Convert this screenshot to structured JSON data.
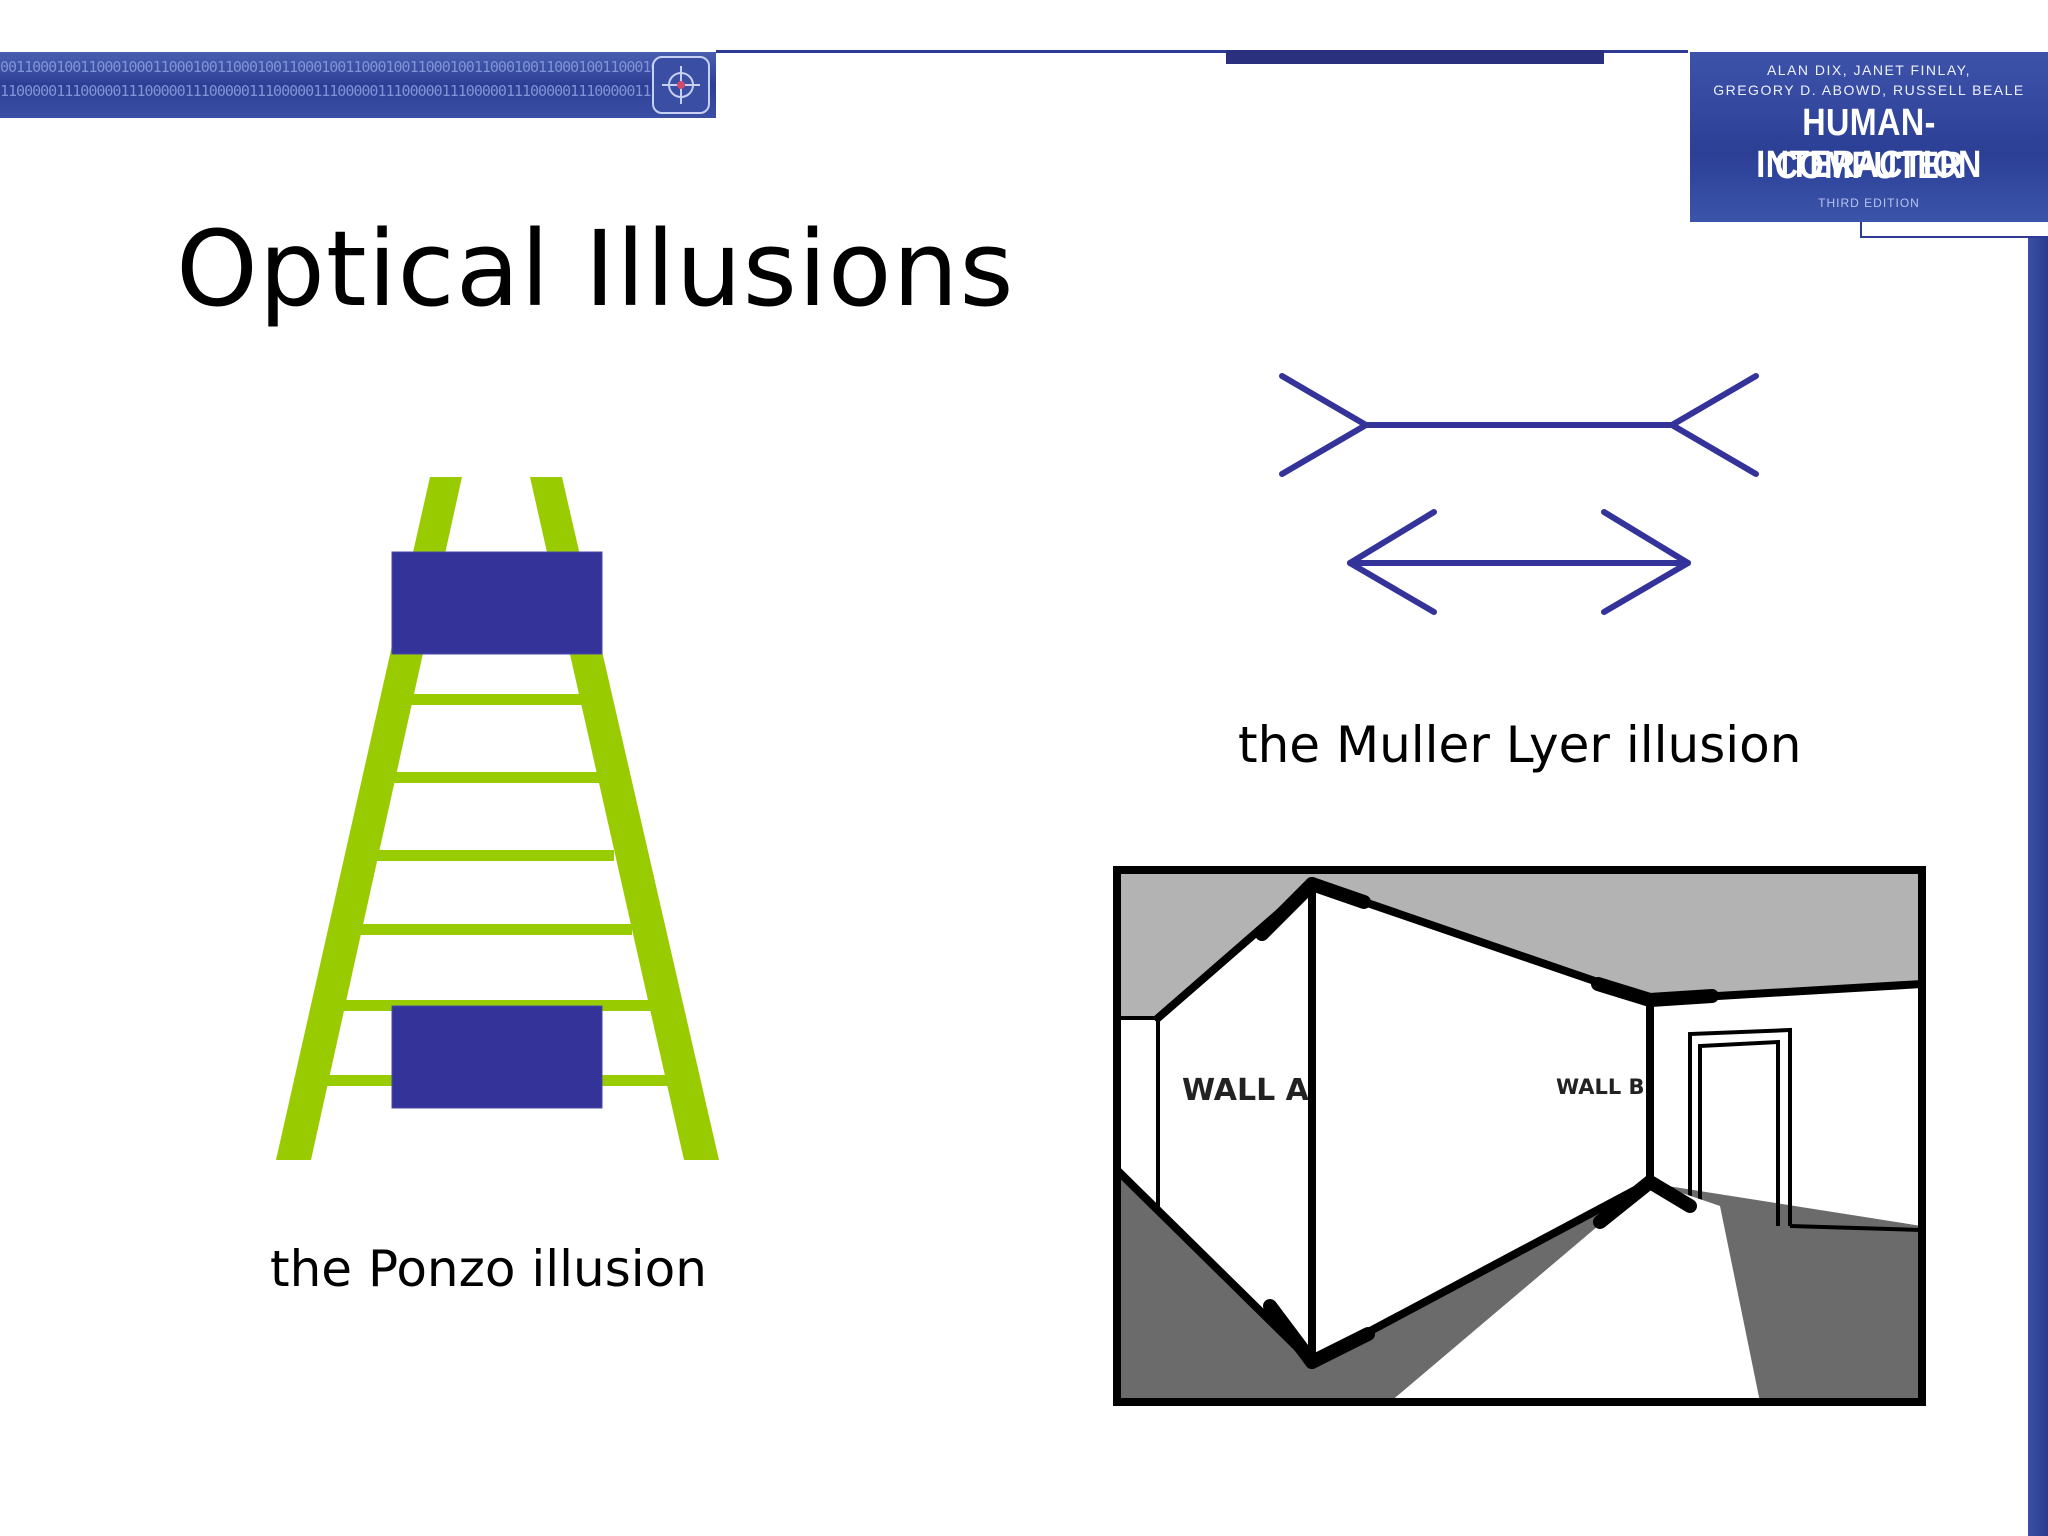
{
  "slide": {
    "title": "Optical Illusions"
  },
  "logo": {
    "authors_line1": "ALAN DIX, JANET FINLAY,",
    "authors_line2": "GREGORY D. ABOWD, RUSSELL BEALE",
    "title_line1": "HUMAN-COMPUTER",
    "title_line2": "INTERACTION",
    "edition": "THIRD EDITION"
  },
  "banner": {
    "binary_row1": "0011000100110001000110001001100010011000100110001001100010011000100110001001100010011",
    "binary_row2": "1100000111000001110000011100000111000001110000011100000111000001110000011100000111000"
  },
  "figures": {
    "ponzo": {
      "caption": "the Ponzo illusion"
    },
    "muller_lyer": {
      "caption": "the Muller Lyer illusion"
    },
    "room": {
      "wall_a_label": "WALL A",
      "wall_b_label": "WALL B"
    }
  },
  "colors": {
    "ladder_green": "#99cc00",
    "box_blue": "#333399",
    "line_blue": "#333399",
    "banner_blue": "#2c3f95"
  }
}
